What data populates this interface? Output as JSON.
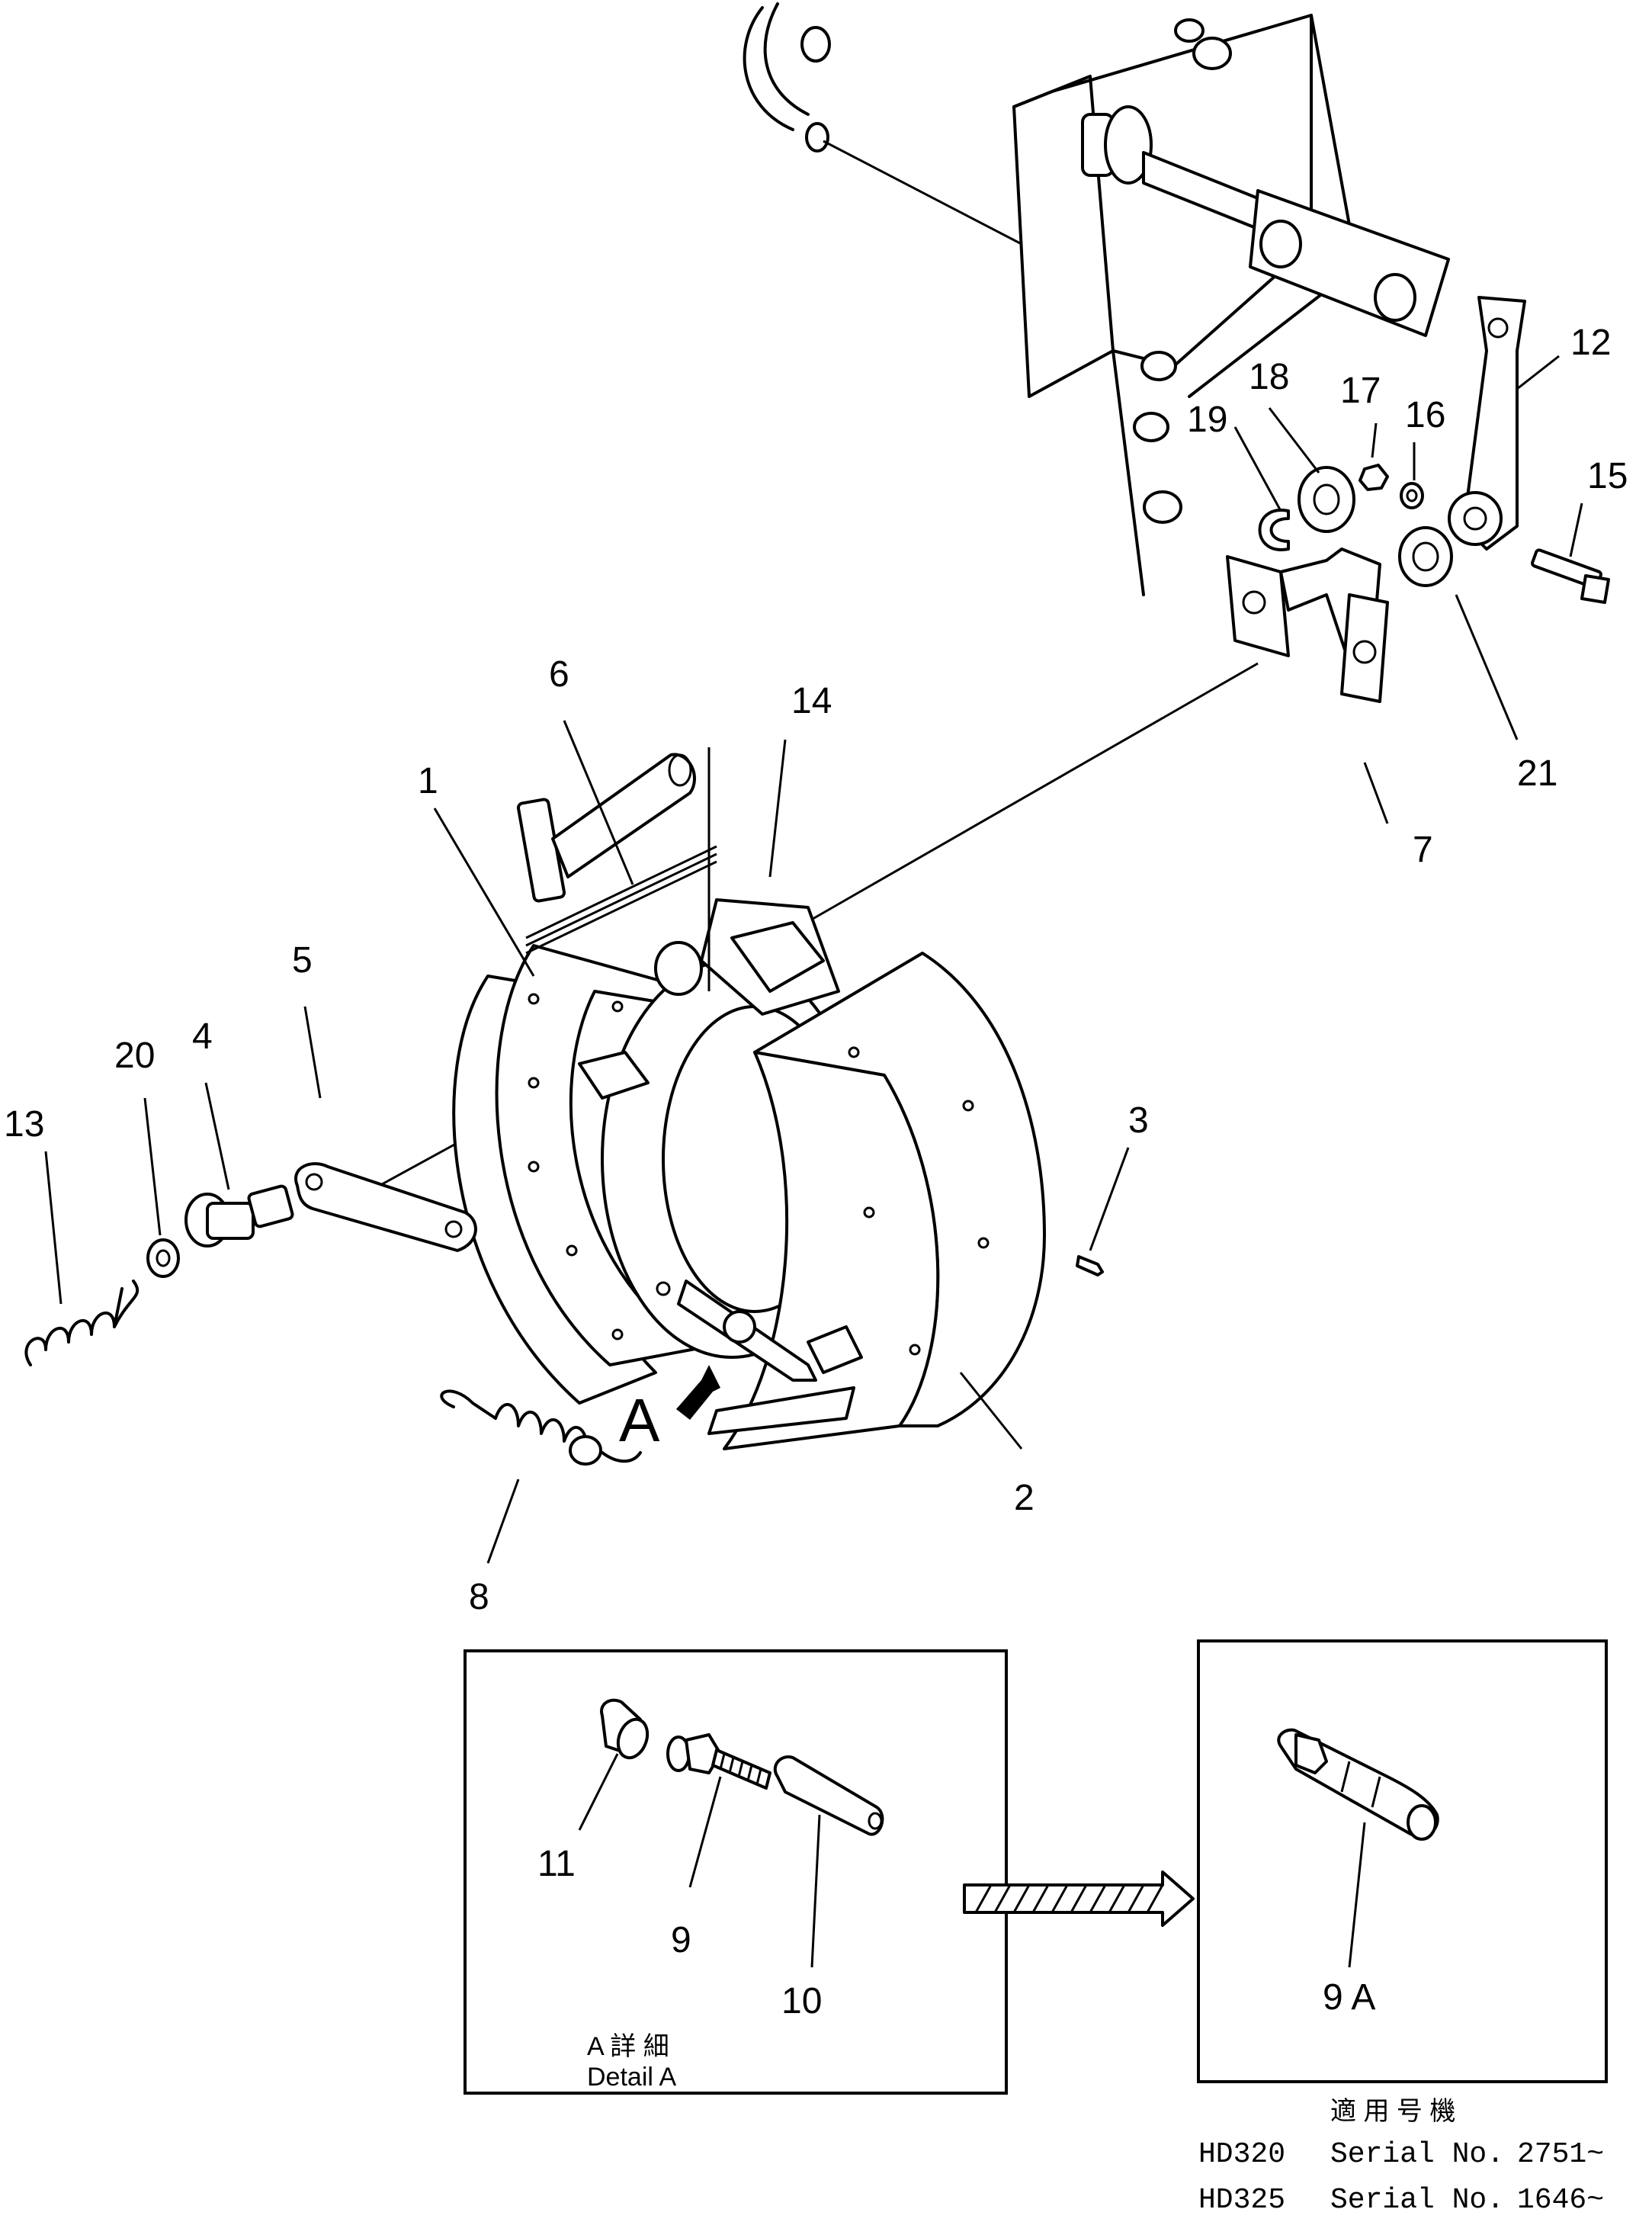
{
  "callouts": {
    "c1": "1",
    "c2": "2",
    "c3": "3",
    "c4": "4",
    "c5": "5",
    "c6": "6",
    "c7": "7",
    "c8": "8",
    "c9": "9",
    "c10": "10",
    "c11": "11",
    "c12": "12",
    "c13": "13",
    "c14": "14",
    "c15": "15",
    "c16": "16",
    "c17": "17",
    "c18": "18",
    "c19": "19",
    "c20": "20",
    "c21": "21",
    "c9a": "9 A"
  },
  "arrow_label": "A",
  "detail": {
    "jp": "A 詳 細",
    "en": "Detail A"
  },
  "applicability": {
    "jp_header": "適 用 号 機",
    "rows": [
      {
        "model": "HD320",
        "serial_label": "Serial No.",
        "serial": "2751~"
      },
      {
        "model": "HD325",
        "serial_label": "Serial No.",
        "serial": "1646~"
      }
    ]
  }
}
